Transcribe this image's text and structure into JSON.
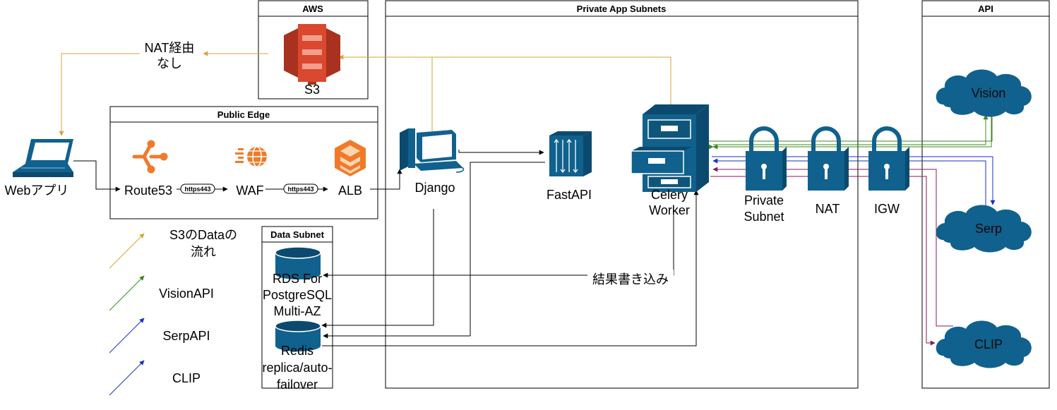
{
  "groups": {
    "aws": "AWS",
    "private_app": "Private App Subnets",
    "api": "API",
    "public_edge": "Public Edge",
    "data_subnet": "Data Subnet"
  },
  "nodes": {
    "s3": "S3",
    "web_app": "Webアプリ",
    "route53": "Route53",
    "waf": "WAF",
    "alb": "ALB",
    "django": "Django",
    "fastapi": "FastAPI",
    "celery": [
      "Celery",
      "Worker"
    ],
    "private_subnet": [
      "Private",
      "Subnet"
    ],
    "nat": "NAT",
    "igw": "IGW",
    "vision": "Vision",
    "serp": "Serp",
    "clip": "CLIP",
    "rds": [
      "RDS For",
      "PostgreSQL",
      "Multi-AZ"
    ],
    "redis": [
      "Redis",
      "replica/auto-",
      "failover"
    ]
  },
  "edges": {
    "https_1": "https443",
    "https_2": "https443",
    "nat_bypass": [
      "NAT経由",
      "なし"
    ],
    "result_write": "結果書き込み"
  },
  "legend": {
    "s3_flow": [
      "S3のDataの",
      "流れ"
    ],
    "vision_api": "VisionAPI",
    "serp_api": "SerpAPI",
    "clip": "CLIP"
  },
  "colors": {
    "s3_flow": "#d7a33a",
    "vision": "#3c8a1e",
    "serp": "#1a2fc9",
    "clip": "#8a1a5b",
    "aws_blue": "#10618d",
    "s3_red": "#d9482f",
    "edge_orange": "#f07a2a"
  }
}
